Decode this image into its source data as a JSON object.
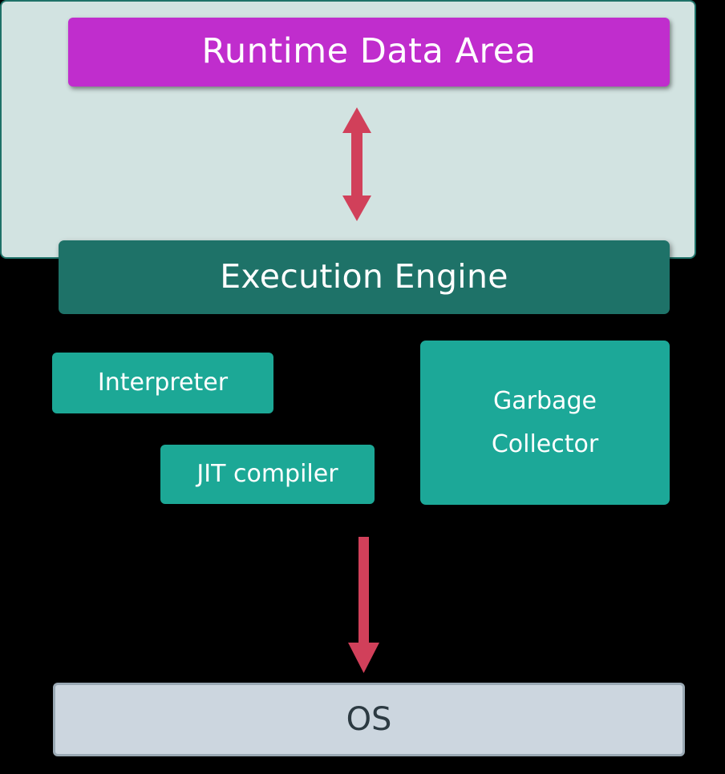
{
  "diagram": {
    "title_box": {
      "label": "Runtime Data Area",
      "color": "#C02DCD",
      "text_color": "#FFFFFF"
    },
    "engine": {
      "header_label": "Execution Engine",
      "header_color": "#1E7268",
      "container_color": "#D2E3E1",
      "container_border_color": "#1E7268",
      "components": [
        {
          "label": "Interpreter",
          "color": "#1CA896"
        },
        {
          "label": "JIT compiler",
          "color": "#1CA896"
        },
        {
          "label_line1": "Garbage",
          "label_line2": "Collector",
          "color": "#1CA898"
        }
      ]
    },
    "os_box": {
      "label": "OS",
      "color": "#CCD6DF",
      "border_color": "#9AA9B4",
      "text_color": "#2C3A42"
    },
    "arrows": [
      {
        "name": "runtime-to-engine",
        "direction": "bidirectional",
        "color": "#D1405A"
      },
      {
        "name": "engine-to-os",
        "direction": "down",
        "color": "#D1405A"
      }
    ]
  }
}
